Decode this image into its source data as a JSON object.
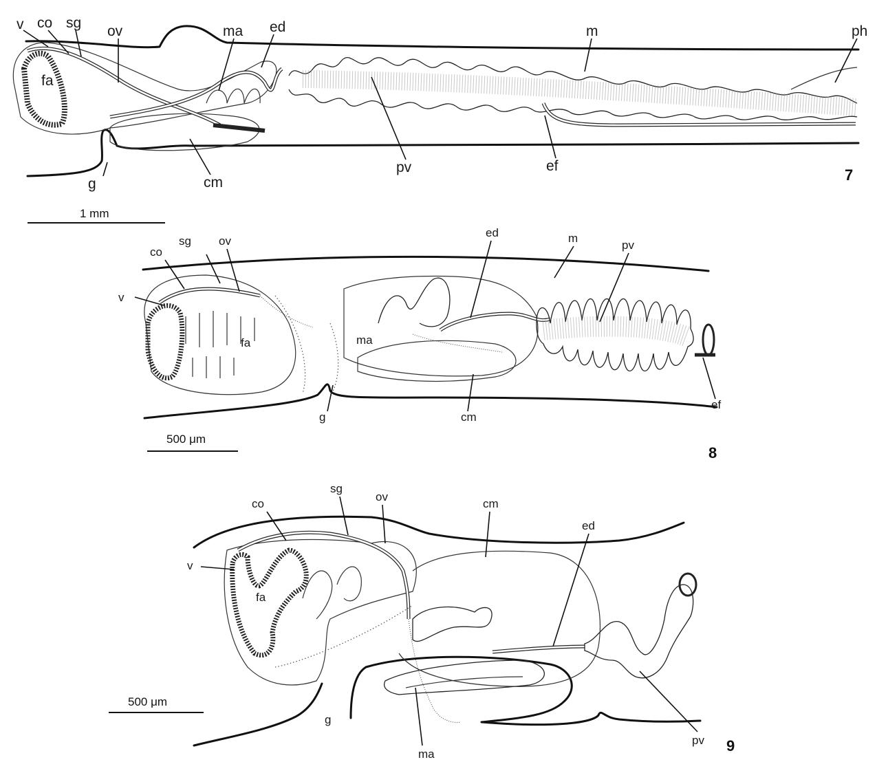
{
  "figures": [
    {
      "number": "7",
      "scale_bar": "1 mm",
      "labels": {
        "v": "v",
        "co": "co",
        "sg": "sg",
        "ov": "ov",
        "ma": "ma",
        "ed": "ed",
        "m": "m",
        "ph": "ph",
        "fa": "fa",
        "g": "g",
        "cm": "cm",
        "pv": "pv",
        "ef": "ef"
      }
    },
    {
      "number": "8",
      "scale_bar": "500 μm",
      "labels": {
        "co": "co",
        "sg": "sg",
        "ov": "ov",
        "ed": "ed",
        "m": "m",
        "pv": "pv",
        "v": "v",
        "fa": "fa",
        "ma": "ma",
        "g": "g",
        "cm": "cm",
        "ef": "ef"
      }
    },
    {
      "number": "9",
      "scale_bar": "500 μm",
      "labels": {
        "co": "co",
        "sg": "sg",
        "ov": "ov",
        "cm": "cm",
        "ed": "ed",
        "v": "v",
        "fa": "fa",
        "g": "g",
        "ma": "ma",
        "pv": "pv"
      }
    }
  ],
  "colors": {
    "ink": "#111111",
    "paper": "#ffffff"
  }
}
